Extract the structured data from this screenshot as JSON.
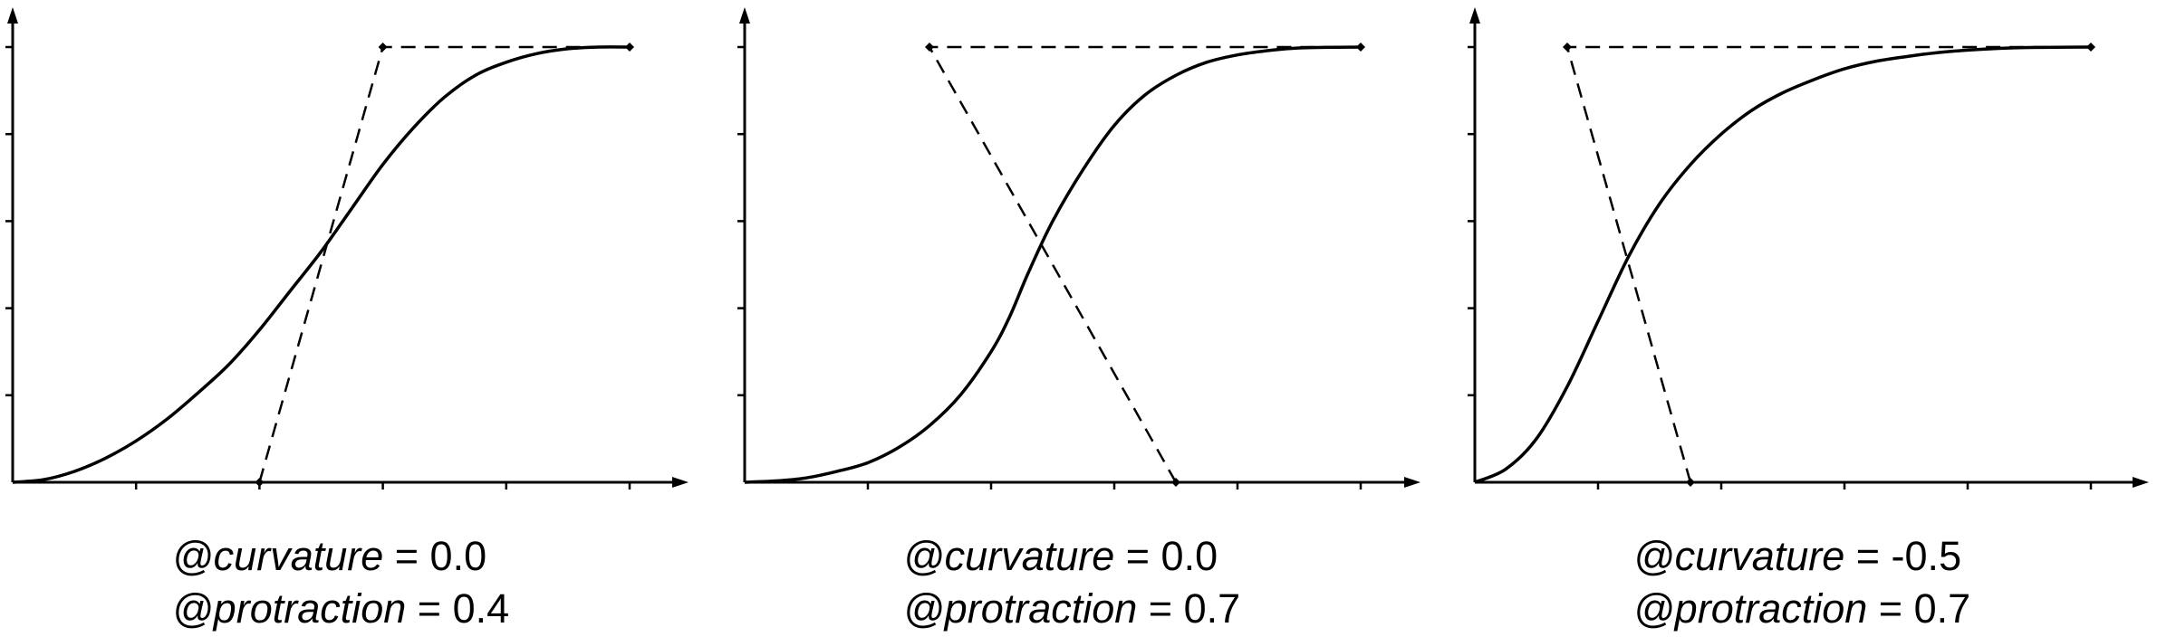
{
  "chart_data": [
    {
      "type": "line",
      "label": {
        "var1": "@curvature",
        "val1": " = 0.0",
        "var2": "@protraction",
        "val2": " = 0.4"
      },
      "xlim": [
        0,
        1
      ],
      "ylim": [
        0,
        1
      ],
      "x_ticks": 5,
      "y_ticks": 5,
      "control_polygon": [
        [
          0.4,
          0.0
        ],
        [
          0.6,
          1.0
        ],
        [
          1.0,
          1.0
        ]
      ],
      "curve": [
        [
          0.0,
          0.0
        ],
        [
          0.05,
          0.006
        ],
        [
          0.1,
          0.025
        ],
        [
          0.15,
          0.055
        ],
        [
          0.2,
          0.095
        ],
        [
          0.25,
          0.145
        ],
        [
          0.3,
          0.205
        ],
        [
          0.35,
          0.27
        ],
        [
          0.4,
          0.35
        ],
        [
          0.45,
          0.44
        ],
        [
          0.5,
          0.53
        ],
        [
          0.55,
          0.63
        ],
        [
          0.6,
          0.73
        ],
        [
          0.65,
          0.815
        ],
        [
          0.7,
          0.885
        ],
        [
          0.75,
          0.935
        ],
        [
          0.8,
          0.965
        ],
        [
          0.85,
          0.985
        ],
        [
          0.9,
          0.996
        ],
        [
          0.95,
          1.0
        ],
        [
          1.0,
          1.0
        ]
      ]
    },
    {
      "type": "line",
      "label": {
        "var1": "@curvature",
        "val1": " = 0.0",
        "var2": "@protraction",
        "val2": " = 0.7"
      },
      "xlim": [
        0,
        1
      ],
      "ylim": [
        0,
        1
      ],
      "x_ticks": 5,
      "y_ticks": 5,
      "control_polygon": [
        [
          0.7,
          0.0
        ],
        [
          0.3,
          1.0
        ],
        [
          1.0,
          1.0
        ]
      ],
      "curve": [
        [
          0.0,
          0.0
        ],
        [
          0.05,
          0.003
        ],
        [
          0.1,
          0.01
        ],
        [
          0.15,
          0.025
        ],
        [
          0.2,
          0.045
        ],
        [
          0.25,
          0.08
        ],
        [
          0.3,
          0.13
        ],
        [
          0.35,
          0.2
        ],
        [
          0.4,
          0.3
        ],
        [
          0.43,
          0.38
        ],
        [
          0.46,
          0.48
        ],
        [
          0.5,
          0.6
        ],
        [
          0.55,
          0.72
        ],
        [
          0.6,
          0.82
        ],
        [
          0.65,
          0.89
        ],
        [
          0.7,
          0.935
        ],
        [
          0.75,
          0.965
        ],
        [
          0.8,
          0.982
        ],
        [
          0.85,
          0.992
        ],
        [
          0.9,
          0.998
        ],
        [
          1.0,
          1.0
        ]
      ]
    },
    {
      "type": "line",
      "label": {
        "var1": "@curvature",
        "val1": " = -0.5",
        "var2": "@protraction",
        "val2": " = 0.7"
      },
      "xlim": [
        0,
        1
      ],
      "ylim": [
        0,
        1
      ],
      "x_ticks": 5,
      "y_ticks": 5,
      "control_polygon": [
        [
          0.35,
          0.0
        ],
        [
          0.15,
          1.0
        ],
        [
          1.0,
          1.0
        ]
      ],
      "curve": [
        [
          0.0,
          0.0
        ],
        [
          0.05,
          0.03
        ],
        [
          0.1,
          0.1
        ],
        [
          0.15,
          0.22
        ],
        [
          0.2,
          0.37
        ],
        [
          0.25,
          0.52
        ],
        [
          0.3,
          0.64
        ],
        [
          0.35,
          0.73
        ],
        [
          0.4,
          0.8
        ],
        [
          0.45,
          0.855
        ],
        [
          0.5,
          0.895
        ],
        [
          0.55,
          0.925
        ],
        [
          0.6,
          0.95
        ],
        [
          0.65,
          0.967
        ],
        [
          0.7,
          0.978
        ],
        [
          0.75,
          0.987
        ],
        [
          0.8,
          0.993
        ],
        [
          0.85,
          0.997
        ],
        [
          0.9,
          0.999
        ],
        [
          1.0,
          1.0
        ]
      ]
    }
  ]
}
